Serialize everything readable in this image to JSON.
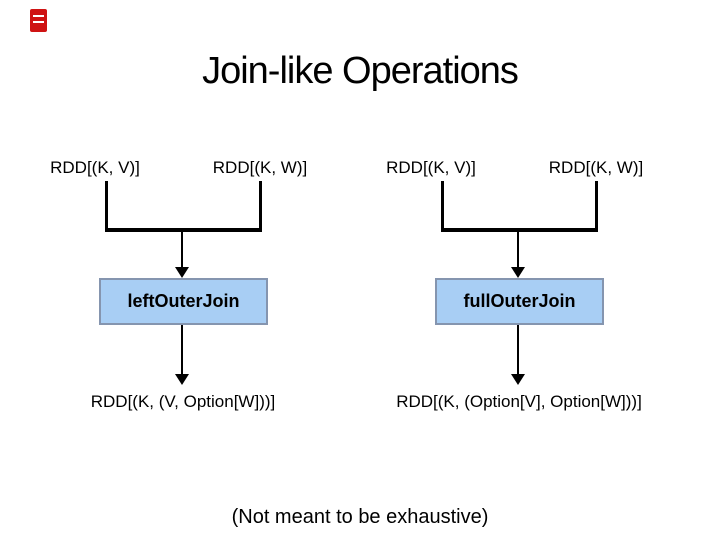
{
  "slide": {
    "title": "Join-like Operations",
    "footer": "(Not meant to be exhaustive)"
  },
  "icons": {
    "top_left_badge": "red-slide-badge-icon"
  },
  "colors": {
    "background": "#ffffff",
    "text": "#000000",
    "line": "#000000",
    "op_box_fill": "#a8cef4",
    "op_box_border": "#8595af",
    "badge_red": "#cf1313"
  },
  "diagrams": [
    {
      "left_input": "RDD[(K, V)]",
      "right_input": "RDD[(K, W)]",
      "operation": "leftOuterJoin",
      "output": "RDD[(K, (V, Option[W]))]"
    },
    {
      "left_input": "RDD[(K, V)]",
      "right_input": "RDD[(K, W)]",
      "operation": "fullOuterJoin",
      "output": "RDD[(K, (Option[V], Option[W]))]"
    }
  ]
}
